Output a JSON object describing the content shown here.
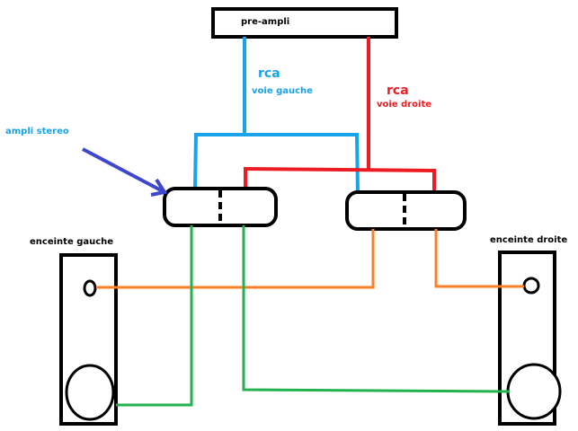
{
  "labels": {
    "preamp": "pre-ampli",
    "rca_left": "rca",
    "left_channel": "voie gauche",
    "rca_right": "rca",
    "right_channel": "voie droite",
    "stereo_amp": "ampli stereo",
    "left_speaker": "enceinte gauche",
    "right_speaker": "enceinte droite"
  },
  "colors": {
    "left_rca": "#1aa3e8",
    "right_rca": "#ed1c24",
    "arrow": "#3f48cc",
    "green_wire": "#22b14c",
    "orange_wire": "#ff7f27",
    "outline": "#000000"
  }
}
